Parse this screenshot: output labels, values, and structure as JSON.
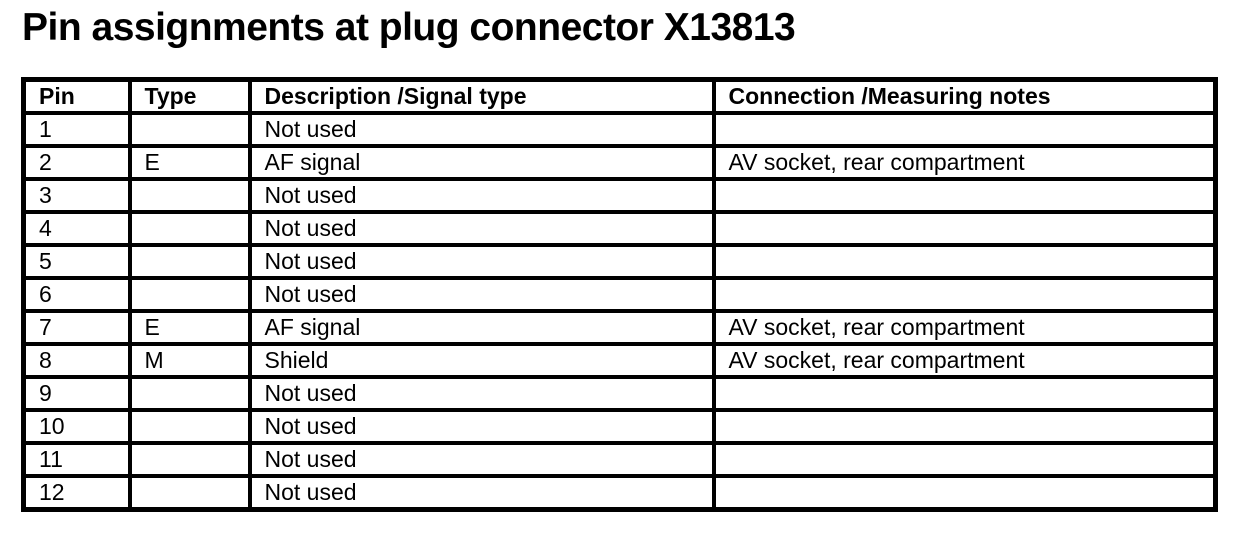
{
  "page": {
    "title": "Pin assignments at plug connector X13813"
  },
  "table": {
    "columns": [
      "Pin",
      "Type",
      "Description /Signal type",
      "Connection /Measuring notes"
    ],
    "column_keys": [
      "pin",
      "type",
      "description",
      "connection"
    ],
    "rows": [
      {
        "pin": "1",
        "type": "",
        "description": "Not used",
        "connection": ""
      },
      {
        "pin": "2",
        "type": "E",
        "description": "AF signal",
        "connection": "AV socket, rear compartment"
      },
      {
        "pin": "3",
        "type": "",
        "description": "Not used",
        "connection": ""
      },
      {
        "pin": "4",
        "type": "",
        "description": "Not used",
        "connection": ""
      },
      {
        "pin": "5",
        "type": "",
        "description": "Not used",
        "connection": ""
      },
      {
        "pin": "6",
        "type": "",
        "description": "Not used",
        "connection": ""
      },
      {
        "pin": "7",
        "type": "E",
        "description": "AF signal",
        "connection": "AV socket, rear compartment"
      },
      {
        "pin": "8",
        "type": "M",
        "description": "Shield",
        "connection": "AV socket, rear compartment"
      },
      {
        "pin": "9",
        "type": "",
        "description": "Not used",
        "connection": ""
      },
      {
        "pin": "10",
        "type": "",
        "description": "Not used",
        "connection": ""
      },
      {
        "pin": "11",
        "type": "",
        "description": "Not used",
        "connection": ""
      },
      {
        "pin": "12",
        "type": "",
        "description": "Not used",
        "connection": ""
      }
    ]
  },
  "colors": {
    "text": "#000000",
    "background": "#ffffff",
    "border": "#000000"
  }
}
